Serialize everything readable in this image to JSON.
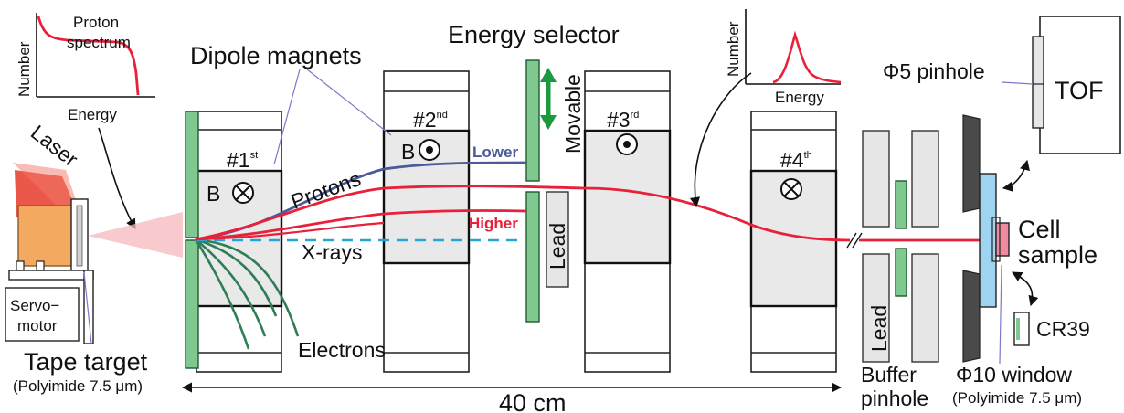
{
  "labels": {
    "proton_spectrum_title_1": "Proton",
    "proton_spectrum_title_2": "spectrum",
    "number_axis_left": "Number",
    "energy_axis_left": "Energy",
    "number_axis_right": "Number",
    "energy_axis_right": "Energy",
    "dipole_magnets": "Dipole magnets",
    "energy_selector": "Energy selector",
    "movable": "Movable",
    "laser": "Laser",
    "magnet_1": "#1",
    "magnet_1_sup": "st",
    "magnet_2": "#2",
    "magnet_2_sup": "nd",
    "magnet_3": "#3",
    "magnet_3_sup": "rd",
    "magnet_4": "#4",
    "magnet_4_sup": "th",
    "b_field_1": "B",
    "b_field_2": "B",
    "protons": "Protons",
    "lower": "Lower",
    "higher": "Higher",
    "lead_center": "Lead",
    "xrays": "X-rays",
    "electrons": "Electrons",
    "servo_1": "Servo−",
    "servo_2": "motor",
    "tape_target": "Tape target",
    "tape_target_sub": "(Polyimide 7.5 μm)",
    "distance": "40 cm",
    "pinhole_5": "Φ5 pinhole",
    "tof": "TOF",
    "cell_sample_1": "Cell",
    "cell_sample_2": "sample",
    "lead_right": "Lead",
    "buffer_1": "Buffer",
    "buffer_2": "pinhole",
    "window_10": "Φ10 window",
    "window_10_sub": "(Polyimide 7.5 μm)",
    "cr39": "CR39"
  },
  "colors": {
    "proton_high": "#e8203a",
    "proton_low": "#4a5a9a",
    "xray": "#2aa3d8",
    "electron": "#2e7d55",
    "plate_green": "#7fc88f",
    "laser": "#e83a2a",
    "target_orange": "#f4a960",
    "tof_window": "#9fd4f0",
    "cell": "#f08aa0",
    "arrow_green": "#1a9a3c"
  },
  "icons": [
    "field-into-page-icon",
    "field-out-of-page-icon",
    "movable-arrow-icon",
    "distance-arrow-icon"
  ]
}
